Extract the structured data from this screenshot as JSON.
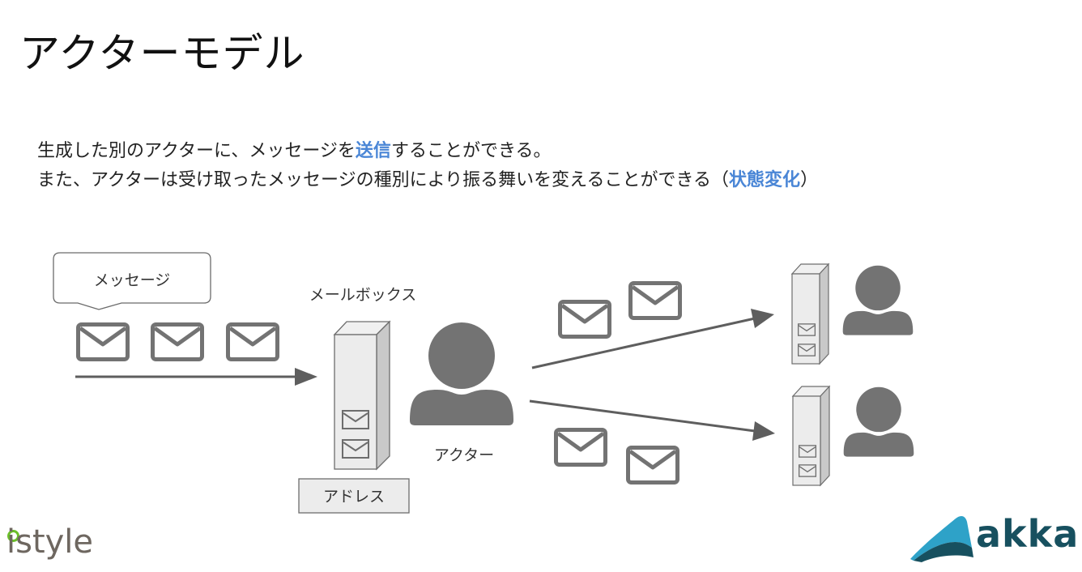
{
  "slide": {
    "title": "アクターモデル",
    "description": {
      "line1": {
        "before": "生成した別のアクターに、メッセージを",
        "highlight": "送信",
        "after": "することができる。"
      },
      "line2": {
        "before": "また、アクターは受け取ったメッセージの種別により振る舞いを変えることができる（",
        "highlight": "状態変化",
        "after": "）"
      }
    },
    "highlight_color": "#4a86d6"
  },
  "diagram": {
    "message_bubble_label": "メッセージ",
    "mailbox_label": "メールボックス",
    "address_label": "アドレス",
    "actor_label": "アクター",
    "incoming_envelopes": 3,
    "outgoing_upper_envelopes": 2,
    "outgoing_lower_envelopes": 2,
    "target_actors": 2,
    "icon_color": "#737373"
  },
  "logos": {
    "left": "istyle",
    "right": "akka"
  }
}
